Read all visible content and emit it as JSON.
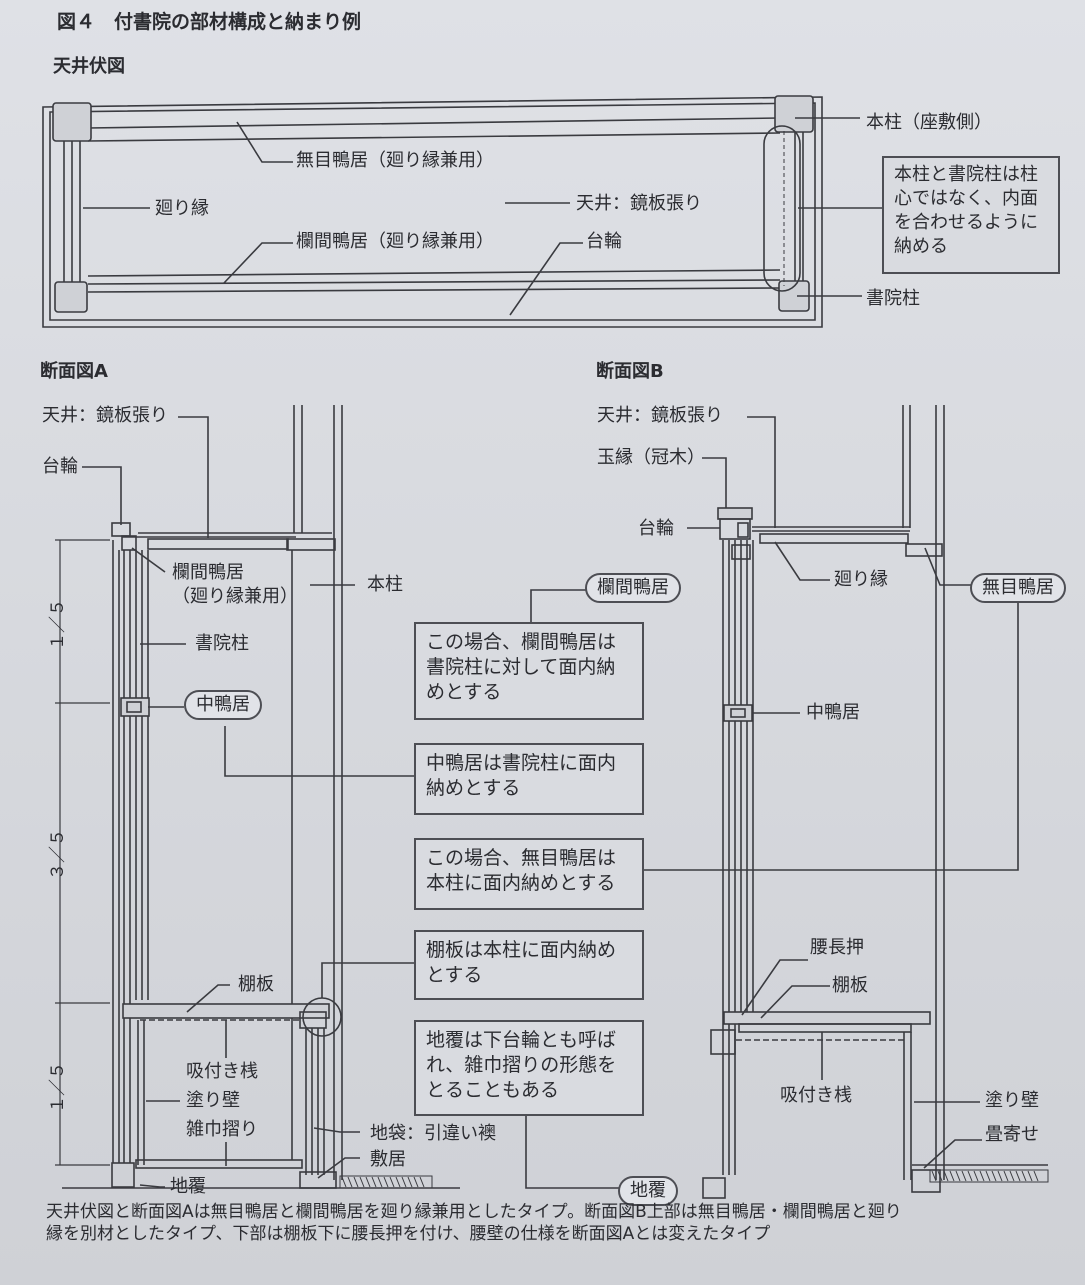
{
  "figure_title": "図４　付書院の部材構成と納まり例",
  "plan": {
    "title": "天井伏図",
    "labels": {
      "mumegamoi": "無目鴨居（廻り縁兼用）",
      "mawaribuchi": "廻り縁",
      "ranma": "欄間鴨居（廻り縁兼用）",
      "tenjo": "天井：鏡板張り",
      "dairin": "台輪",
      "honbashira": "本柱（座敷側）",
      "shoinbashira": "書院柱"
    },
    "note_lines": [
      "本柱と書院柱は柱",
      "心ではなく、内面",
      "を合わせるように",
      "納める"
    ]
  },
  "section_a": {
    "title": "断面図A",
    "labels": {
      "tenjo": "天井：鏡板張り",
      "dairin": "台輪",
      "ranma_1": "欄間鴨居",
      "ranma_2": "（廻り縁兼用）",
      "honbashira": "本柱",
      "shoinbashira": "書院柱",
      "nakagamoi": "中鴨居",
      "tanaita": "棚板",
      "suitsuki": "吸付き桟",
      "nurikabe": "塗り壁",
      "zokin": "雑巾摺り",
      "jibukuro": "地袋：引違い襖",
      "shikii": "敷居",
      "jiooi": "地覆"
    },
    "dims": [
      "１／５",
      "３／５",
      "１／５"
    ]
  },
  "section_b": {
    "title": "断面図B",
    "labels": {
      "tenjo": "天井：鏡板張り",
      "tamabuchi": "玉縁（冠木）",
      "dairin": "台輪",
      "mawaribuchi": "廻り縁",
      "ranma": "欄間鴨居",
      "mumegamoi": "無目鴨居",
      "nakagamoi": "中鴨居",
      "koshinageshi": "腰長押",
      "tanaita": "棚板",
      "suitsuki": "吸付き桟",
      "nurikabe": "塗り壁",
      "tatamiyose": "畳寄せ",
      "jiooi": "地覆"
    }
  },
  "notes": {
    "ranma_note": [
      "この場合、欄間鴨居は",
      "書院柱に対して面内納",
      "めとする"
    ],
    "naka_note": [
      "中鴨居は書院柱に面内",
      "納めとする"
    ],
    "mume_note": [
      "この場合、無目鴨居は",
      "本柱に面内納めとする"
    ],
    "tana_note": [
      "棚板は本柱に面内納め",
      "とする"
    ],
    "jiooi_note": [
      "地覆は下台輪とも呼ば",
      "れ、雑巾摺りの形態を",
      "とることもある"
    ]
  },
  "caption_lines": [
    "天井伏図と断面図Aは無目鴨居と欄間鴨居を廻り縁兼用としたタイプ。断面図B上部は無目鴨居・欄間鴨居と廻り",
    "縁を別材としたタイプ、下部は棚板下に腰長押を付け、腰壁の仕様を断面図Aとは変えたタイプ"
  ]
}
